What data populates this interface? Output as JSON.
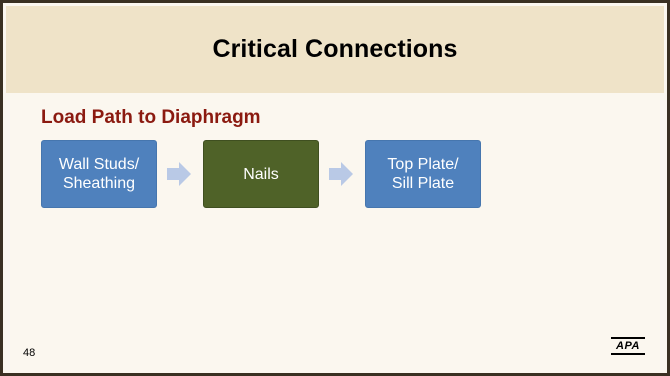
{
  "title": "Critical Connections",
  "subtitle": "Load Path to Diaphragm",
  "flow": [
    {
      "label_line1": "Wall Studs/",
      "label_line2": "Sheathing",
      "color": "#4f81bd"
    },
    {
      "label_line1": "Nails",
      "label_line2": "",
      "color": "#4f6228"
    },
    {
      "label_line1": "Top Plate/",
      "label_line2": "Sill Plate",
      "color": "#4f81bd"
    }
  ],
  "arrow_color": "#b9c9e6",
  "page_number": "48",
  "logo_text": "APA"
}
